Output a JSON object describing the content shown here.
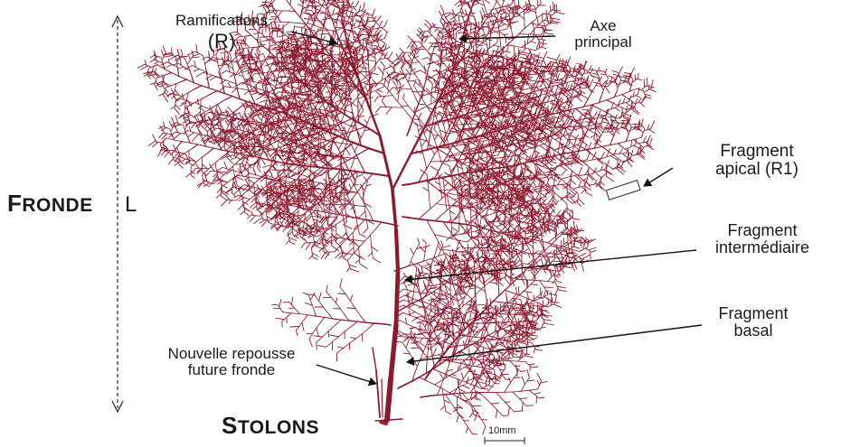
{
  "labels": {
    "ramifications_line1": "Ramifications",
    "ramifications_line2": "(R)",
    "axe_line1": "Axe",
    "axe_line2": "principal",
    "fragment_apical_line1": "Fragment",
    "fragment_apical_line2": "apical (R1)",
    "fragment_intermediaire_line1": "Fragment",
    "fragment_intermediaire_line2": "intermédiaire",
    "fragment_basal_line1": "Fragment",
    "fragment_basal_line2": "basal",
    "nouvelle_line1": "Nouvelle repousse",
    "nouvelle_line2": "future fronde",
    "fronde_first": "F",
    "fronde_rest": "RONDE",
    "fronde_l": "L",
    "stolons_first": "S",
    "stolons_rest": "TOLONS",
    "scale": "10mm"
  },
  "colors": {
    "alga": "#8b1a2e",
    "text": "#1a1a1a",
    "arrow": "#111111"
  }
}
